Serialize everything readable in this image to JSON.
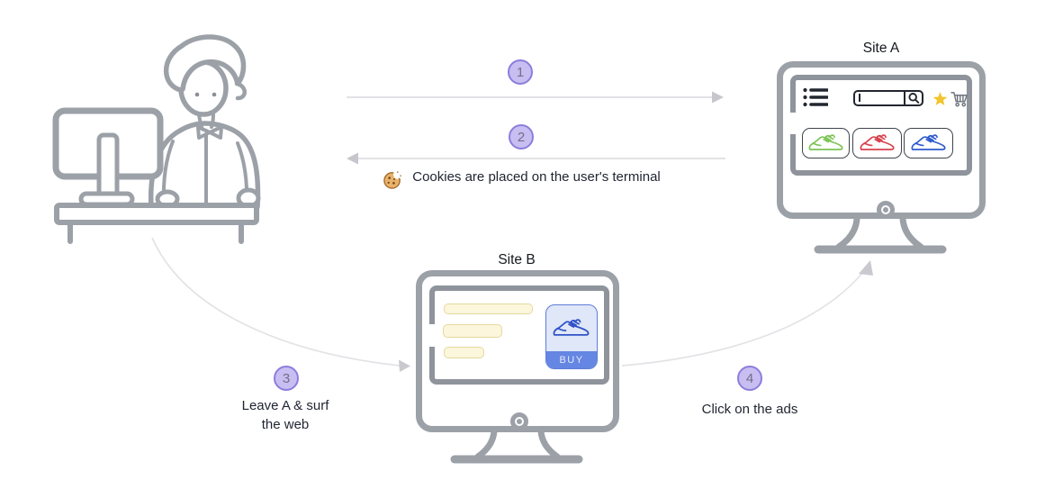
{
  "diagram": {
    "site_a_label": "Site A",
    "site_b_label": "Site B",
    "steps": [
      {
        "number": "1",
        "caption": ""
      },
      {
        "number": "2",
        "caption": "Cookies are placed on the user's terminal"
      },
      {
        "number": "3",
        "caption": "Leave A & surf the web"
      },
      {
        "number": "4",
        "caption": "Click on the ads"
      }
    ],
    "ad": {
      "buy_label": "BUY"
    },
    "icons": {
      "menu": "menu-list-icon",
      "search": "search-icon",
      "favorites": "star-icon",
      "cart": "shopping-cart-icon",
      "cookie": "cookie-icon"
    },
    "colors": {
      "step_fill": "#c9bef1",
      "step_border": "#8c7edc",
      "line_art_gray": "#9ca1a8",
      "arrow_gray": "#dedee2",
      "star_yellow": "#f2c42d",
      "shoe_green": "#7cc455",
      "shoe_red": "#d8414c",
      "shoe_blue": "#2e5bce",
      "ad_bg": "#dfe7f8",
      "ad_buy_bg": "#6586e2",
      "bar_yellow": "#fbf6dc"
    }
  }
}
